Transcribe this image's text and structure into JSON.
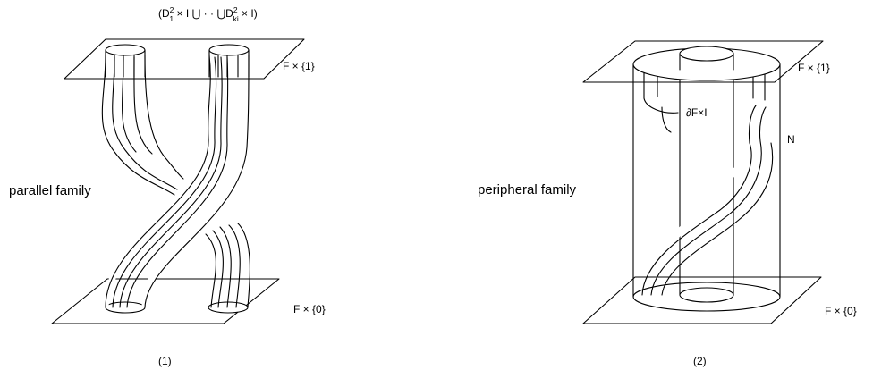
{
  "fig1": {
    "top_label": {
      "open": "(D",
      "sup1": "2",
      "sub1": "1",
      "mid": " × I ⋃ · · ⋃D",
      "sup2": "2",
      "sub2": "ki",
      "close": " × I)"
    },
    "top_plane": "F × {1}",
    "bottom_plane": "F × {0}",
    "family": "parallel family",
    "caption": "(1)"
  },
  "fig2": {
    "top_plane": "F × {1}",
    "bottom_plane": "F × {0}",
    "boundary_label": "∂F×I",
    "n_label": "N",
    "family": "peripheral family",
    "caption": "(2)"
  }
}
